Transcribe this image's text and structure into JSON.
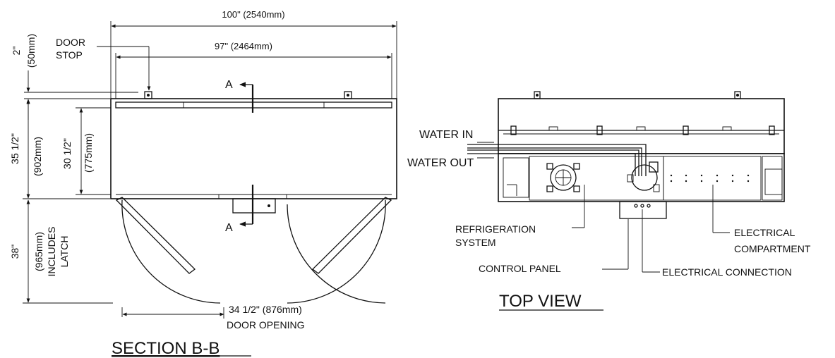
{
  "section": {
    "title": "SECTION B-B",
    "overall_width": "100\" (2540mm)",
    "inner_width": "97\" (2464mm)",
    "door_stop_line1": "DOOR",
    "door_stop_line2": "STOP",
    "stop_inch": "2\"",
    "stop_mm": "(50mm)",
    "depth_outer_inch": "35 1/2\"",
    "depth_outer_mm": "(902mm)",
    "depth_inner_inch": "30 1/2\"",
    "depth_inner_mm": "(775mm)",
    "swing_inch": "38\"",
    "swing_mm": "(965mm)",
    "swing_note1": "INCLUDES",
    "swing_note2": "LATCH",
    "section_marker": "A",
    "door_opening_dim": "34 1/2\" (876mm)",
    "door_opening_label": "DOOR OPENING"
  },
  "top_view": {
    "title": "TOP VIEW",
    "water_in": "WATER IN",
    "water_out": "WATER OUT",
    "refrigeration_line1": "REFRIGERATION",
    "refrigeration_line2": "SYSTEM",
    "control_panel": "CONTROL PANEL",
    "electrical_connection": "ELECTRICAL CONNECTION",
    "electrical_comp_line1": "ELECTRICAL",
    "electrical_comp_line2": "COMPARTMENT"
  }
}
